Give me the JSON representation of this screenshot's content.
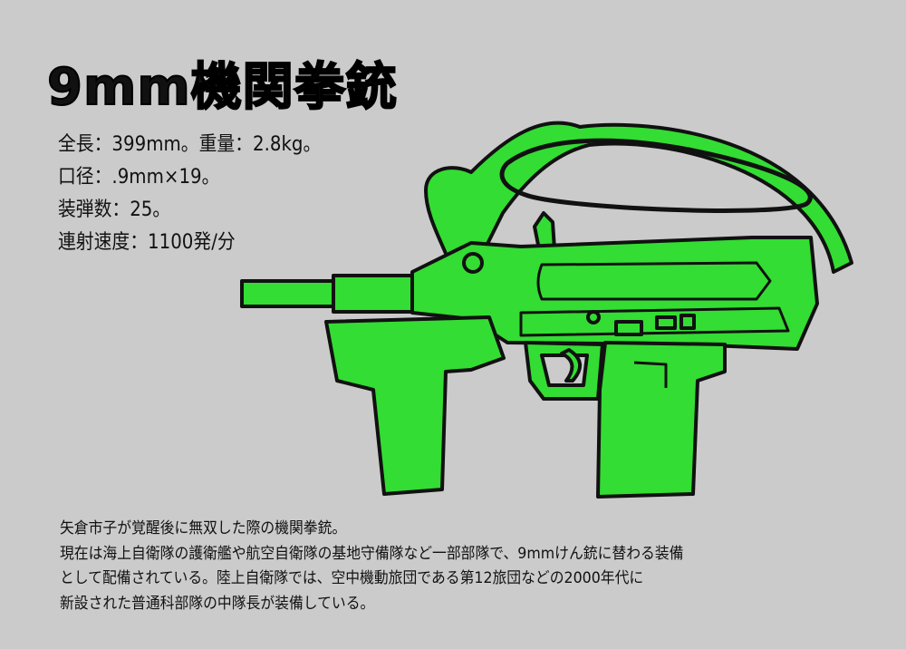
{
  "title": "9mm機関拳銃",
  "specs": [
    "全長：399mm。重量：2.8kg。",
    "口径：.9mm×19。",
    "装弾数：25。",
    "連射速度：1100発/分"
  ],
  "description": [
    "矢倉市子が覚醒後に無双した際の機関拳銃。",
    "現在は海上自衛隊の護衛艦や航空自衛隊の基地守備隊など一部部隊で、9mmけん銃に替わる装備",
    "として配備されている。陸上自衛隊では、空中機動旅団である第12旅団などの2000年代に",
    "新設された普通科部隊の中隊長が装備している。"
  ],
  "colors": {
    "background": "#cbcbcb",
    "gun": "#33dd33",
    "outline": "#111111"
  }
}
